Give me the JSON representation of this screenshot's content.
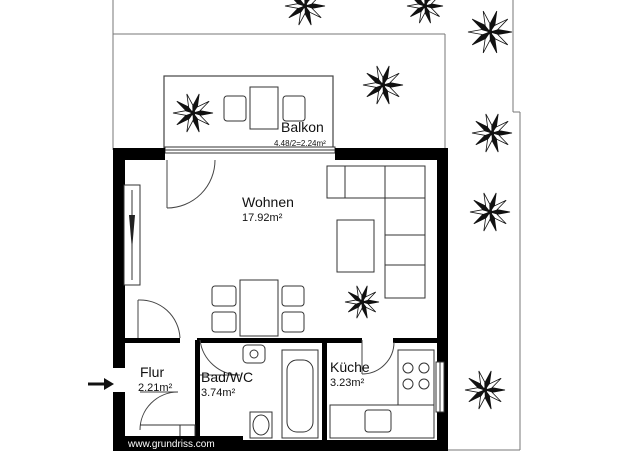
{
  "rooms": {
    "balkon": {
      "name": "Balkon",
      "area": "4.48/2=2.24m²"
    },
    "wohnen": {
      "name": "Wohnen",
      "area": "17.92m²"
    },
    "flur": {
      "name": "Flur",
      "area": "2.21m²"
    },
    "bad": {
      "name": "Bad/WC",
      "area": "3.74m²"
    },
    "kueche": {
      "name": "Küche",
      "area": "3.23m²"
    }
  },
  "footer": {
    "watermark": "www.grundriss.com"
  },
  "icons": {
    "entrance": "arrow-right-icon",
    "plants": "plant-icon"
  },
  "colors": {
    "wall": "#000000",
    "line": "#555555",
    "background": "#ffffff"
  }
}
